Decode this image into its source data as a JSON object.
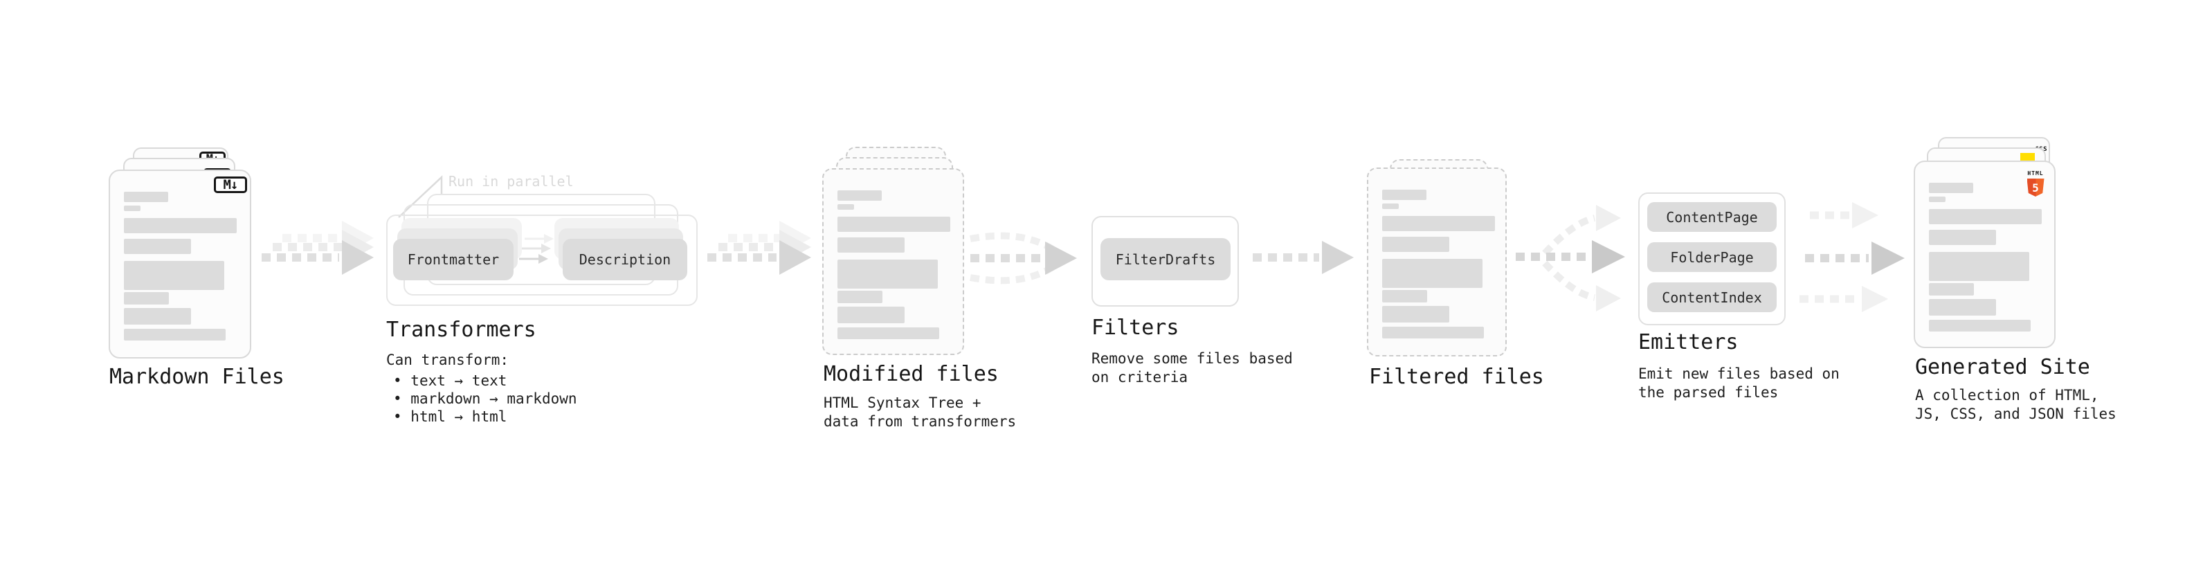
{
  "diagram": {
    "nodes": {
      "markdown_files": {
        "label": "Markdown Files"
      },
      "transformers": {
        "label": "Transformers",
        "parallel_note": "Run in parallel",
        "input_box": "Frontmatter",
        "output_box": "Description",
        "desc_heading": "Can transform:",
        "bullets": [
          "text → text",
          "markdown → markdown",
          "html → html"
        ]
      },
      "modified_files": {
        "label": "Modified files",
        "description": "HTML Syntax Tree +\ndata from transformers"
      },
      "filters": {
        "label": "Filters",
        "box": "FilterDrafts",
        "description": "Remove some files based\non criteria"
      },
      "filtered_files": {
        "label": "Filtered files"
      },
      "emitters": {
        "label": "Emitters",
        "boxes": [
          "ContentPage",
          "FolderPage",
          "ContentIndex"
        ],
        "description": "Emit new files based on\nthe parsed files"
      },
      "generated_site": {
        "label": "Generated Site",
        "description": "A collection of HTML,\nJS, CSS, and JSON files"
      }
    },
    "icons": {
      "markdown": "M↓",
      "html5_text": "HTML",
      "html5_number": "5",
      "css_text": "CSS"
    },
    "colors": {
      "html5_orange": "#E44D26",
      "html5_orange_light": "#F16529",
      "css_blue": "#2D53E5",
      "js_yellow": "#FFDE00",
      "arrow_gray": "#D6D6D6",
      "arrow_gray_dark": "#C9C9C9",
      "card_border": "#D9D9D9",
      "bar_gray": "#DCDCDC"
    }
  }
}
